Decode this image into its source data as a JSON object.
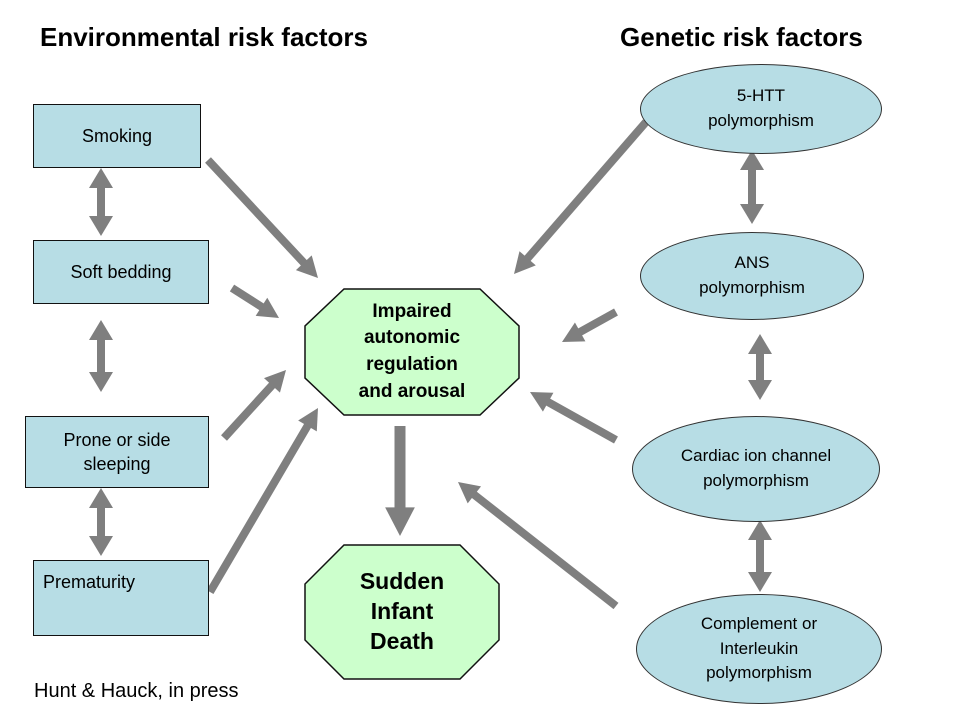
{
  "headings": {
    "environmental": "Environmental risk factors",
    "genetic": "Genetic risk factors"
  },
  "environmental_factors": [
    {
      "id": "smoking",
      "label": "Smoking"
    },
    {
      "id": "soft_bedding",
      "label": "Soft bedding"
    },
    {
      "id": "prone",
      "label": "Prone or side sleeping"
    },
    {
      "id": "prematurity",
      "label": "Prematurity"
    }
  ],
  "genetic_factors": [
    {
      "id": "htt",
      "label": "5-HTT polymorphism"
    },
    {
      "id": "ans",
      "label": "ANS polymorphism"
    },
    {
      "id": "cardiac",
      "label": "Cardiac ion channel polymorphism"
    },
    {
      "id": "complement",
      "label": "Complement or Interleukin polymorphism"
    }
  ],
  "center": {
    "impaired": "Impaired autonomic regulation and arousal",
    "sids": "Sudden Infant Death"
  },
  "citation": "Hunt & Hauck, in press",
  "colors": {
    "box_fill": "#b7dde5",
    "octagon_fill": "#ccffcc",
    "arrow": "#7f7f7f"
  }
}
